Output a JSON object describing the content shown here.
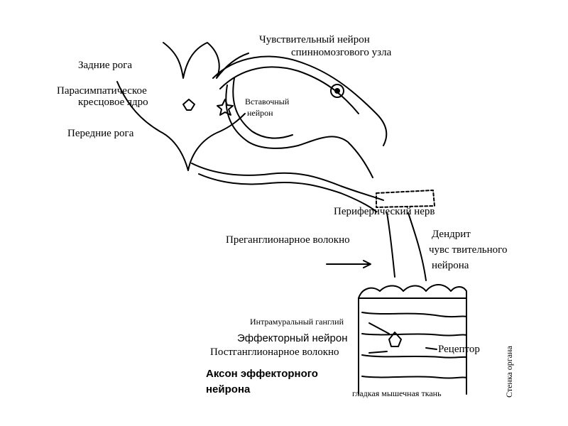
{
  "diagram": {
    "labels": {
      "sensory_neuron_1": "Чувствительный нейрон",
      "sensory_neuron_2": "спинномозгового узла",
      "dorsal_horns": "Задние рога",
      "parasympathetic_1": "Парасимпатическое",
      "parasympathetic_2": "кресцовое ядро",
      "anterior_horns": "Передние рога",
      "interneuron_1": "Вставочный",
      "interneuron_2": "нейрон",
      "peripheral_nerve": "Периферический нерв",
      "preganglionic_fiber": "Преганглионарное волокно",
      "dendrite_1": "Дендрит",
      "dendrite_2": "чувс твительного",
      "dendrite_3": "нейрона",
      "intramural_ganglion": "Интрамуральный ганглий",
      "effector_neuron": "Эффекторный нейрон",
      "postganglionic_fiber": "Постганглионарное волокно",
      "receptor": "Рецептор",
      "effector_axon_1": "Аксон эффекторного",
      "effector_axon_2": "нейрона",
      "smooth_muscle": "гладкая мышечная ткань",
      "organ_wall": "Стенка органа"
    },
    "colors": {
      "ink": "#000000",
      "background": "#ffffff"
    }
  }
}
